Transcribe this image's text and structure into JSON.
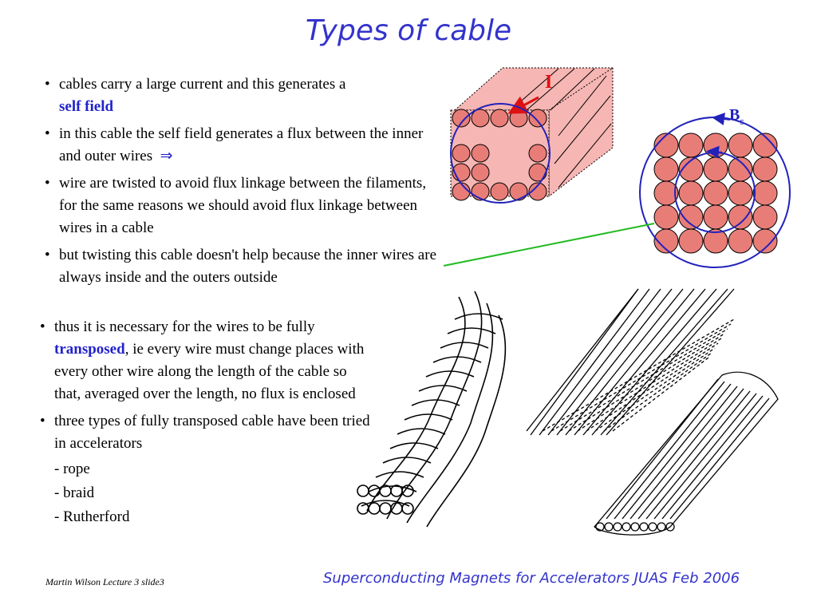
{
  "slide": {
    "title": "Types of cable",
    "bullets_top": [
      {
        "pre": "cables carry a large current and this generates a",
        "highlight": "self field",
        "post": ""
      },
      {
        "pre": "in this cable the self field generates a flux between the inner and outer wires",
        "arrow": "⇒"
      },
      {
        "pre": "wire are twisted to avoid flux linkage between the filaments, for the same reasons we should avoid flux linkage between wires in a cable"
      },
      {
        "pre": "but twisting this cable doesn't help because the inner wires are always inside and the outers outside"
      }
    ],
    "bullets_bottom": [
      {
        "pre": "thus it is necessary for the wires to be fully",
        "highlight": "transposed",
        "post": ", ie every wire must change places with every other wire along the length of the cable so that, averaged over the length, no flux is enclosed"
      },
      {
        "pre": "three types of fully transposed cable have been tried in accelerators",
        "subitems": [
          "- rope",
          "- braid",
          "- Rutherford"
        ]
      }
    ],
    "diagram": {
      "current_label": "I",
      "field_label": "B",
      "field_subscript": "s",
      "wire_color": "#e87d78",
      "circle_color": "#2222bb",
      "arrow_color": "#dd1111",
      "pointer_color": "#22bb22"
    },
    "footer_left": "Martin Wilson Lecture 3 slide3",
    "footer_right": "Superconducting Magnets for Accelerators JUAS Feb 2006"
  }
}
